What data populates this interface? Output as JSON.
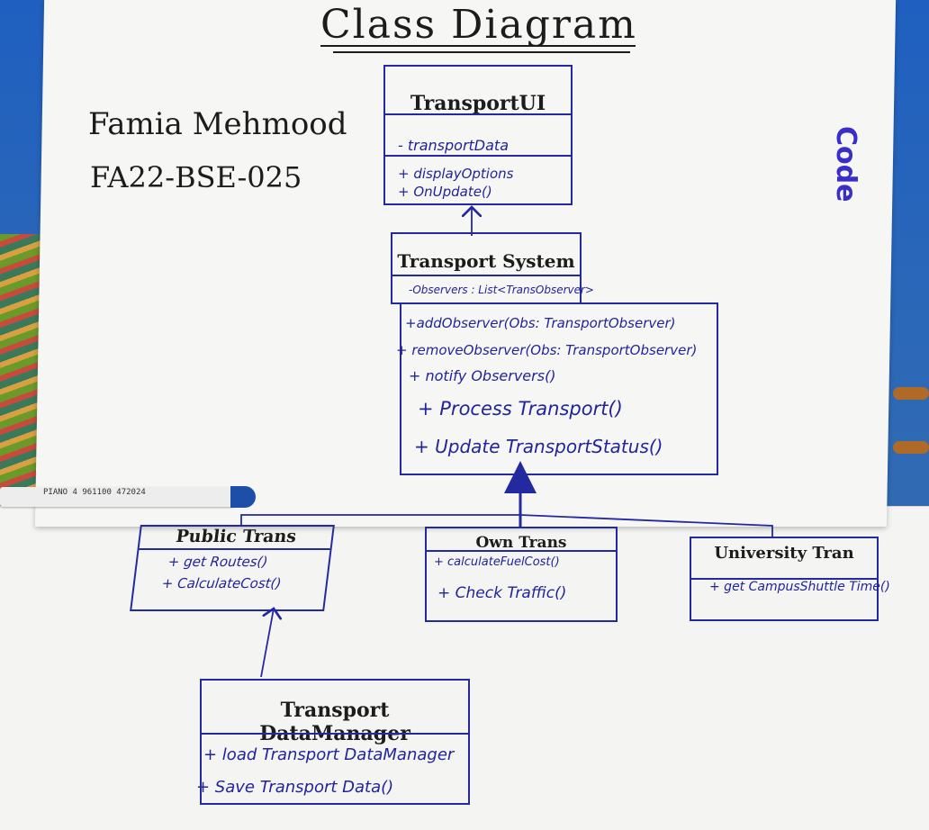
{
  "heading": {
    "title": "Class Diagram"
  },
  "author": {
    "name": "Famia Mehmood",
    "roll": "FA22-BSE-025"
  },
  "margin_word": "Code",
  "pen_label": "PIANO  4 961100 472024",
  "classes": {
    "transport_ui": {
      "name": "TransportUI",
      "attributes": [
        "- transportData"
      ],
      "methods": [
        "+ displayOptions",
        "+ OnUpdate()"
      ]
    },
    "transport_system": {
      "name": "Transport System",
      "attributes": [
        "-Observers : List<TransObserver>"
      ],
      "methods": [
        "+addObserver(Obs: TransportObserver)",
        "+ removeObserver(Obs: TransportObserver)",
        "+ notify Observers()",
        "+ Process Transport()",
        "+ Update TransportStatus()"
      ]
    },
    "public_trans": {
      "name": "Public Trans",
      "methods": [
        "+ get Routes()",
        "+ CalculateCost()"
      ]
    },
    "own_trans": {
      "name": "Own Trans",
      "methods": [
        "+ calculateFuelCost()",
        "+ Check Traffic()"
      ]
    },
    "university_tran": {
      "name": "University Tran",
      "methods": [
        "+ get CampusShuttle Time()"
      ]
    },
    "transport_data_manager": {
      "name": "Transport DataManager",
      "methods": [
        "+ load Transport DataManager",
        "+ Save Transport Data()"
      ]
    }
  },
  "colors": {
    "ink": "#232aa0",
    "pencil": "#1c1c1c",
    "paper": "#f6f6f4",
    "desk": "#2a5fae"
  }
}
